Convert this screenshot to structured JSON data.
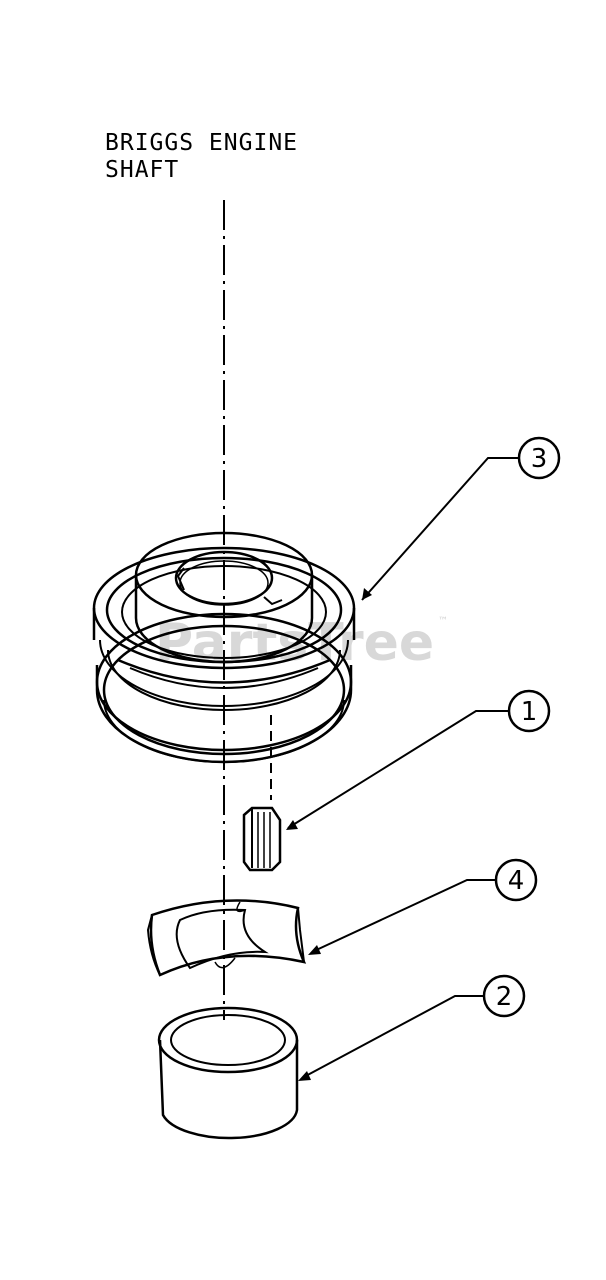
{
  "diagram": {
    "shaft_label": {
      "line1": "BRIGGS ENGINE",
      "line2": "SHAFT"
    },
    "watermark": {
      "text": "PartsTree",
      "tm": "™"
    },
    "callouts": [
      {
        "number": "3",
        "part": "pulley"
      },
      {
        "number": "1",
        "part": "key"
      },
      {
        "number": "4",
        "part": "spacer-washer"
      },
      {
        "number": "2",
        "part": "bushing"
      }
    ],
    "colors": {
      "line": "#000000",
      "background": "#ffffff",
      "watermark": "#d8d8d8"
    }
  }
}
